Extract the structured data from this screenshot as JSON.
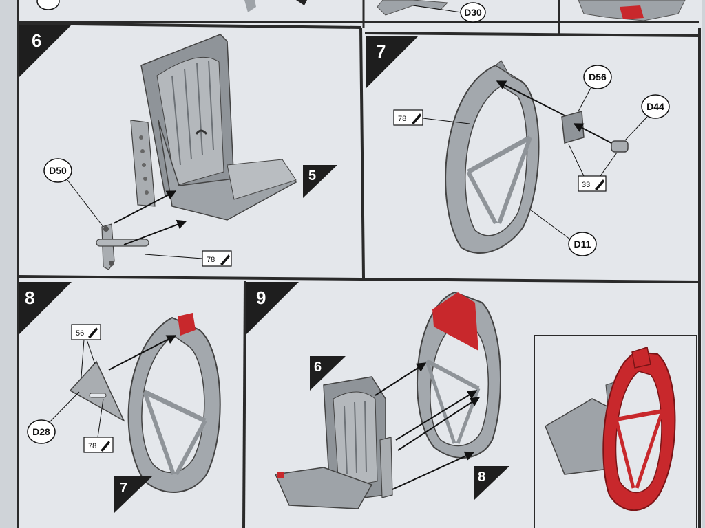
{
  "colors": {
    "page": "#e2e6ea",
    "frame_line": "#2a2a2a",
    "part_grey": "#a9adb1",
    "part_dark": "#6d7277",
    "highlight_red": "#c8282c"
  },
  "icons": {
    "paint_icon": "paint-brush-icon",
    "arrow": "assembly-arrow-icon"
  },
  "top_strip": {
    "part_label": "D30"
  },
  "steps": [
    {
      "number": "6",
      "parts": [
        {
          "label": "D50"
        }
      ],
      "paint_codes": [
        "78"
      ],
      "reference_step": "5"
    },
    {
      "number": "7",
      "parts": [
        {
          "label": "D56"
        },
        {
          "label": "D44"
        },
        {
          "label": "D11"
        }
      ],
      "paint_codes": [
        "78",
        "33"
      ]
    },
    {
      "number": "8",
      "parts": [
        {
          "label": "D28"
        }
      ],
      "paint_codes": [
        "56",
        "78"
      ],
      "reference_step": "7"
    },
    {
      "number": "9",
      "reference_steps": [
        "6",
        "8"
      ]
    }
  ]
}
